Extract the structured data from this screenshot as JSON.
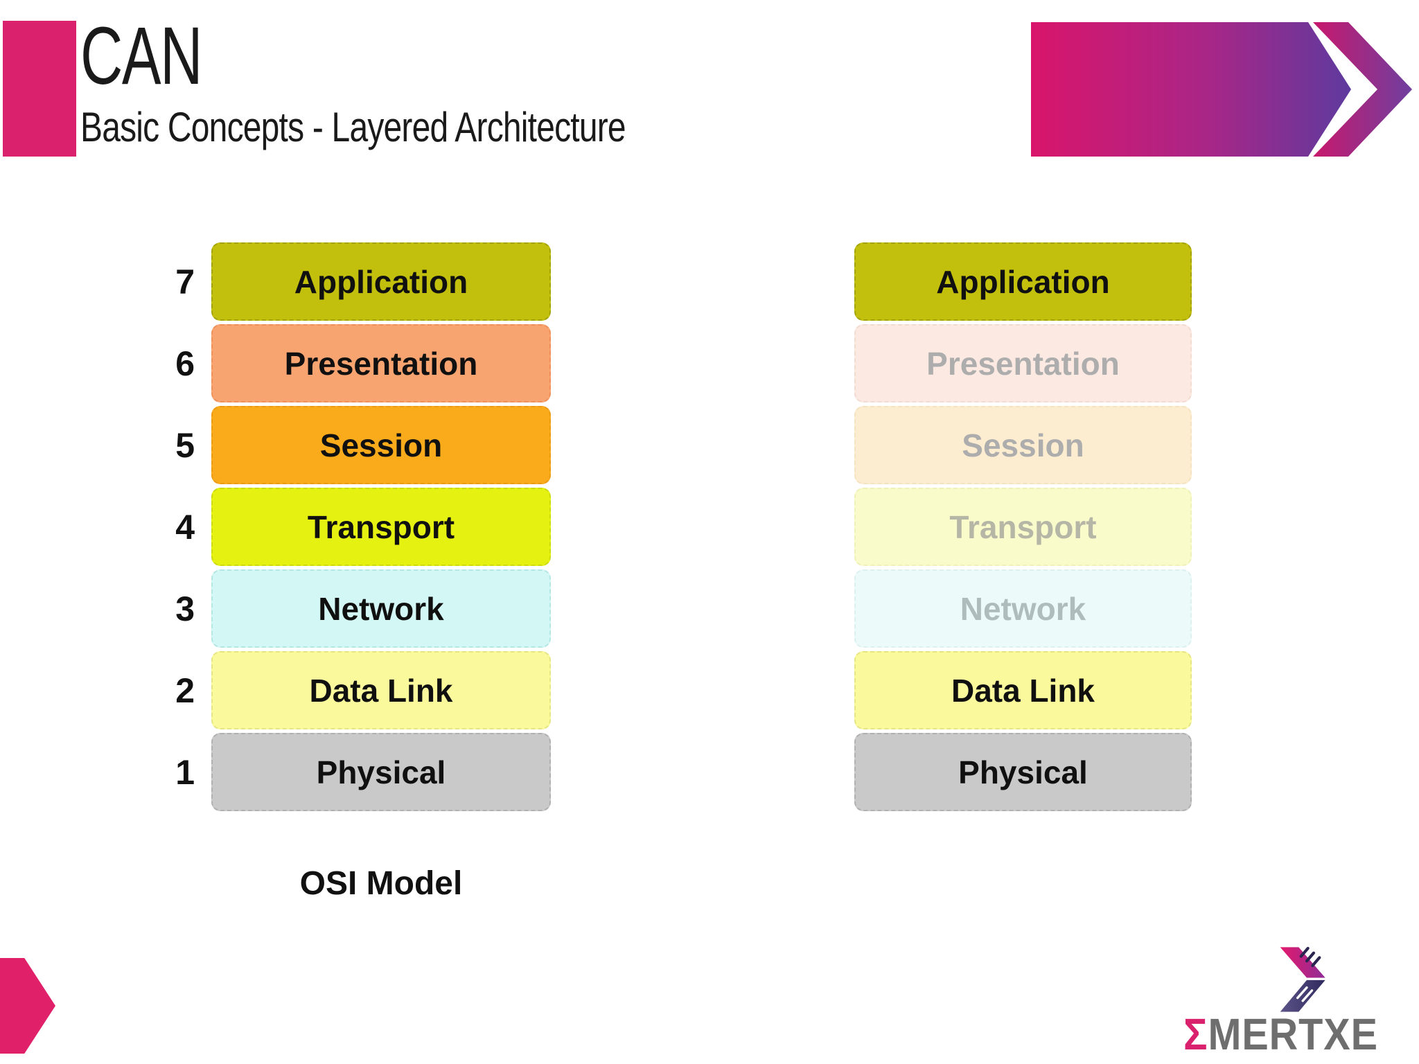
{
  "header": {
    "title": "CAN",
    "subtitle": "Basic Concepts - Layered Architecture"
  },
  "diagram": {
    "left_stack": {
      "caption": "OSI Model",
      "layers": [
        {
          "number": "7",
          "name": "Application",
          "color": "#C2C00C",
          "border": "#A4A306",
          "text_color": "#101010"
        },
        {
          "number": "6",
          "name": "Presentation",
          "color": "#F8A470",
          "border": "#EE9058",
          "text_color": "#101010"
        },
        {
          "number": "5",
          "name": "Session",
          "color": "#F9AB1C",
          "border": "#EC9A12",
          "text_color": "#101010"
        },
        {
          "number": "4",
          "name": "Transport",
          "color": "#E5F211",
          "border": "#CCDA10",
          "text_color": "#101010"
        },
        {
          "number": "3",
          "name": "Network",
          "color": "#D2F7F5",
          "border": "#B4E6E3",
          "text_color": "#101010"
        },
        {
          "number": "2",
          "name": "Data Link",
          "color": "#FAFA9C",
          "border": "#E5E584",
          "text_color": "#101010"
        },
        {
          "number": "1",
          "name": "Physical",
          "color": "#C9C9C9",
          "border": "#B0B0B0",
          "text_color": "#101010"
        }
      ]
    },
    "right_stack": {
      "layers": [
        {
          "name": "Application",
          "color": "#C2C00C",
          "border": "#A4A306",
          "text_color": "#101010"
        },
        {
          "name": "Presentation",
          "color": "#FBE9E2",
          "border": "#F3DBD2",
          "text_color": "#ADADAD"
        },
        {
          "name": "Session",
          "color": "#FDEDD0",
          "border": "#F5E2C0",
          "text_color": "#ADADAD"
        },
        {
          "name": "Transport",
          "color": "#FAFBCB",
          "border": "#EFF1B8",
          "text_color": "#B6B6A6"
        },
        {
          "name": "Network",
          "color": "#ECFAF9",
          "border": "#DCF1EF",
          "text_color": "#AFBCBC"
        },
        {
          "name": "Data Link",
          "color": "#FAFA9C",
          "border": "#E5E584",
          "text_color": "#101010"
        },
        {
          "name": "Physical",
          "color": "#C9C9C9",
          "border": "#B0B0B0",
          "text_color": "#101010"
        }
      ]
    }
  },
  "footer": {
    "logo_sigma": "Σ",
    "logo_rest": "MERTXE"
  },
  "decor": {
    "accent_pink": "#D9216E",
    "bottom_arrow_pink": "#E02069",
    "banner_grad_start": "#D9156B",
    "banner_grad_mid": "#A92687",
    "banner_grad_end": "#5E3A9E",
    "chevron_grad_start": "#C8186C",
    "chevron_grad_end": "#6F3F9F",
    "logo_gray": "#6E6E6E",
    "icon_pink_start": "#E3196D",
    "icon_pink_end": "#8F2C96",
    "icon_navy_start": "#5C5488",
    "icon_navy_end": "#2F2A5E",
    "icon_slash_dark": "#2A2550",
    "icon_slash_light": "#FFFFFF"
  }
}
